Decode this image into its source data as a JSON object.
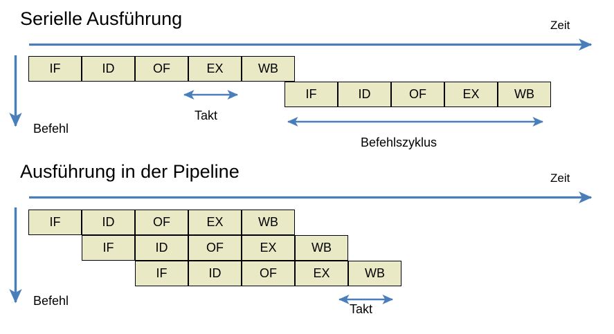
{
  "diagram": {
    "accent_color": "#4a7ebb",
    "box_fill": "#e9e9c6",
    "box_border": "#000000",
    "text_color": "#000000"
  },
  "sections": [
    {
      "title": "Serielle Ausführung",
      "time_axis_label": "Zeit",
      "instruction_axis_label": "Befehl",
      "rows": [
        {
          "stages": [
            "IF",
            "ID",
            "OF",
            "EX",
            "WB"
          ]
        },
        {
          "stages": [
            "IF",
            "ID",
            "OF",
            "EX",
            "WB"
          ]
        }
      ],
      "annotations": [
        {
          "label": "Takt"
        },
        {
          "label": "Befehlszyklus"
        }
      ]
    },
    {
      "title": "Ausführung in der Pipeline",
      "time_axis_label": "Zeit",
      "instruction_axis_label": "Befehl",
      "rows": [
        {
          "stages": [
            "IF",
            "ID",
            "OF",
            "EX",
            "WB"
          ]
        },
        {
          "stages": [
            "IF",
            "ID",
            "OF",
            "EX",
            "WB"
          ]
        },
        {
          "stages": [
            "IF",
            "ID",
            "OF",
            "EX",
            "WB"
          ]
        }
      ],
      "annotations": [
        {
          "label": "Takt"
        }
      ]
    }
  ]
}
